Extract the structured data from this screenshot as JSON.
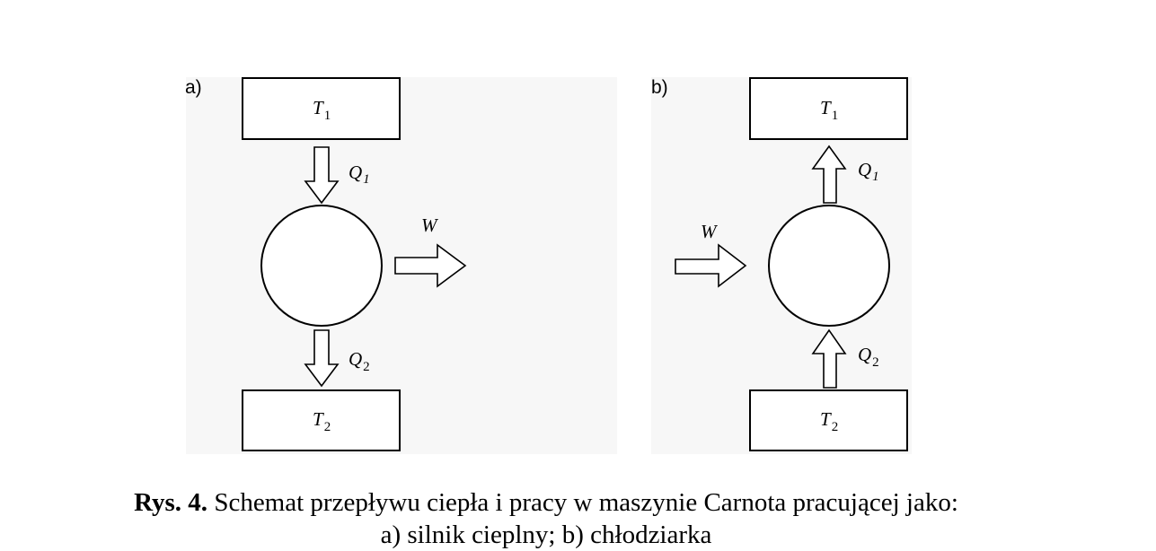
{
  "diagram": {
    "panel_a": {
      "label": "a)",
      "top_reservoir": {
        "symbol": "T",
        "sub": "1"
      },
      "bottom_reservoir": {
        "symbol": "T",
        "sub": "2"
      },
      "heat_in": {
        "symbol": "Q",
        "sub": "1"
      },
      "heat_out": {
        "symbol": "Q",
        "sub": "2"
      },
      "work": "W"
    },
    "panel_b": {
      "label": "b)",
      "top_reservoir": {
        "symbol": "T",
        "sub": "1"
      },
      "bottom_reservoir": {
        "symbol": "T",
        "sub": "2"
      },
      "heat_out": {
        "symbol": "Q",
        "sub": "1"
      },
      "heat_in": {
        "symbol": "Q",
        "sub": "2"
      },
      "work": "W"
    }
  },
  "caption": {
    "prefix": "Rys. 4.",
    "line1": " Schemat przepływu ciepła i pracy w maszynie Carnota pracującej jako:",
    "line2": "a) silnik cieplny; b) chłodziarka"
  }
}
